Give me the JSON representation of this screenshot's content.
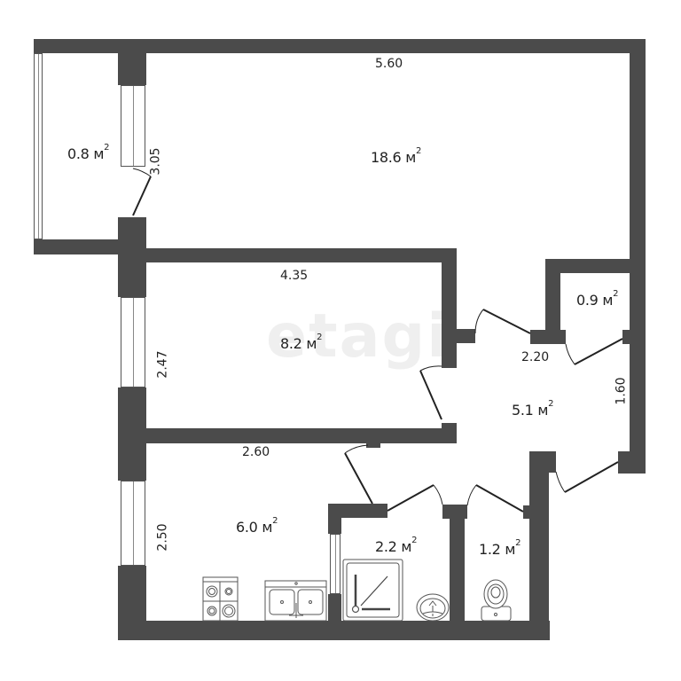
{
  "watermark": "etagi",
  "colors": {
    "wall": "#4b4b4b",
    "background": "#ffffff",
    "text": "#222222",
    "watermark": "#efefef"
  },
  "rooms": [
    {
      "id": "balcony",
      "area": "0.8",
      "unit": "м",
      "exp": "2"
    },
    {
      "id": "living-room",
      "area": "18.6",
      "unit": "м",
      "exp": "2"
    },
    {
      "id": "bedroom",
      "area": "8.2",
      "unit": "м",
      "exp": "2"
    },
    {
      "id": "closet",
      "area": "0.9",
      "unit": "м",
      "exp": "2"
    },
    {
      "id": "hallway",
      "area": "5.1",
      "unit": "м",
      "exp": "2"
    },
    {
      "id": "kitchen",
      "area": "6.0",
      "unit": "м",
      "exp": "2"
    },
    {
      "id": "bathroom",
      "area": "2.2",
      "unit": "м",
      "exp": "2"
    },
    {
      "id": "toilet",
      "area": "1.2",
      "unit": "м",
      "exp": "2"
    }
  ],
  "dimensions": {
    "living_width": "5.60",
    "living_depth": "3.05",
    "bedroom_width": "4.35",
    "bedroom_depth": "2.47",
    "hallway_width": "2.20",
    "hallway_depth": "1.60",
    "kitchen_width": "2.60",
    "kitchen_depth": "2.50"
  },
  "fixtures": [
    "stove-icon",
    "kitchen-sink-icon",
    "shower-tray-icon",
    "wash-basin-icon",
    "toilet-icon"
  ]
}
